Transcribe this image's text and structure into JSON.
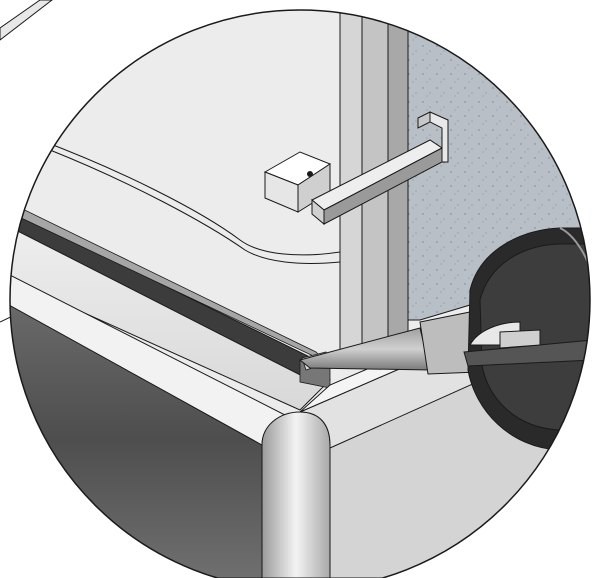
{
  "illustration": {
    "kind": "technical-assembly-detail",
    "parts": {
      "wall_strip": "leader-strip",
      "bracket": "u-bracket",
      "block": "mounting-block",
      "caulk_gun": "caulk-gun",
      "sealant_bead": "sealant-bead",
      "tray": "shower-tray",
      "wall": "tiled-wall"
    },
    "colors": {
      "outline": "#1a1a1a",
      "tray_top": "#e6e6e6",
      "tray_side": "#5a5a5a",
      "profile": "#3c3c3c",
      "wall": "#b8bec6",
      "gun_dark": "#2a2a2a",
      "gun_mid": "#8a8a8a"
    }
  }
}
